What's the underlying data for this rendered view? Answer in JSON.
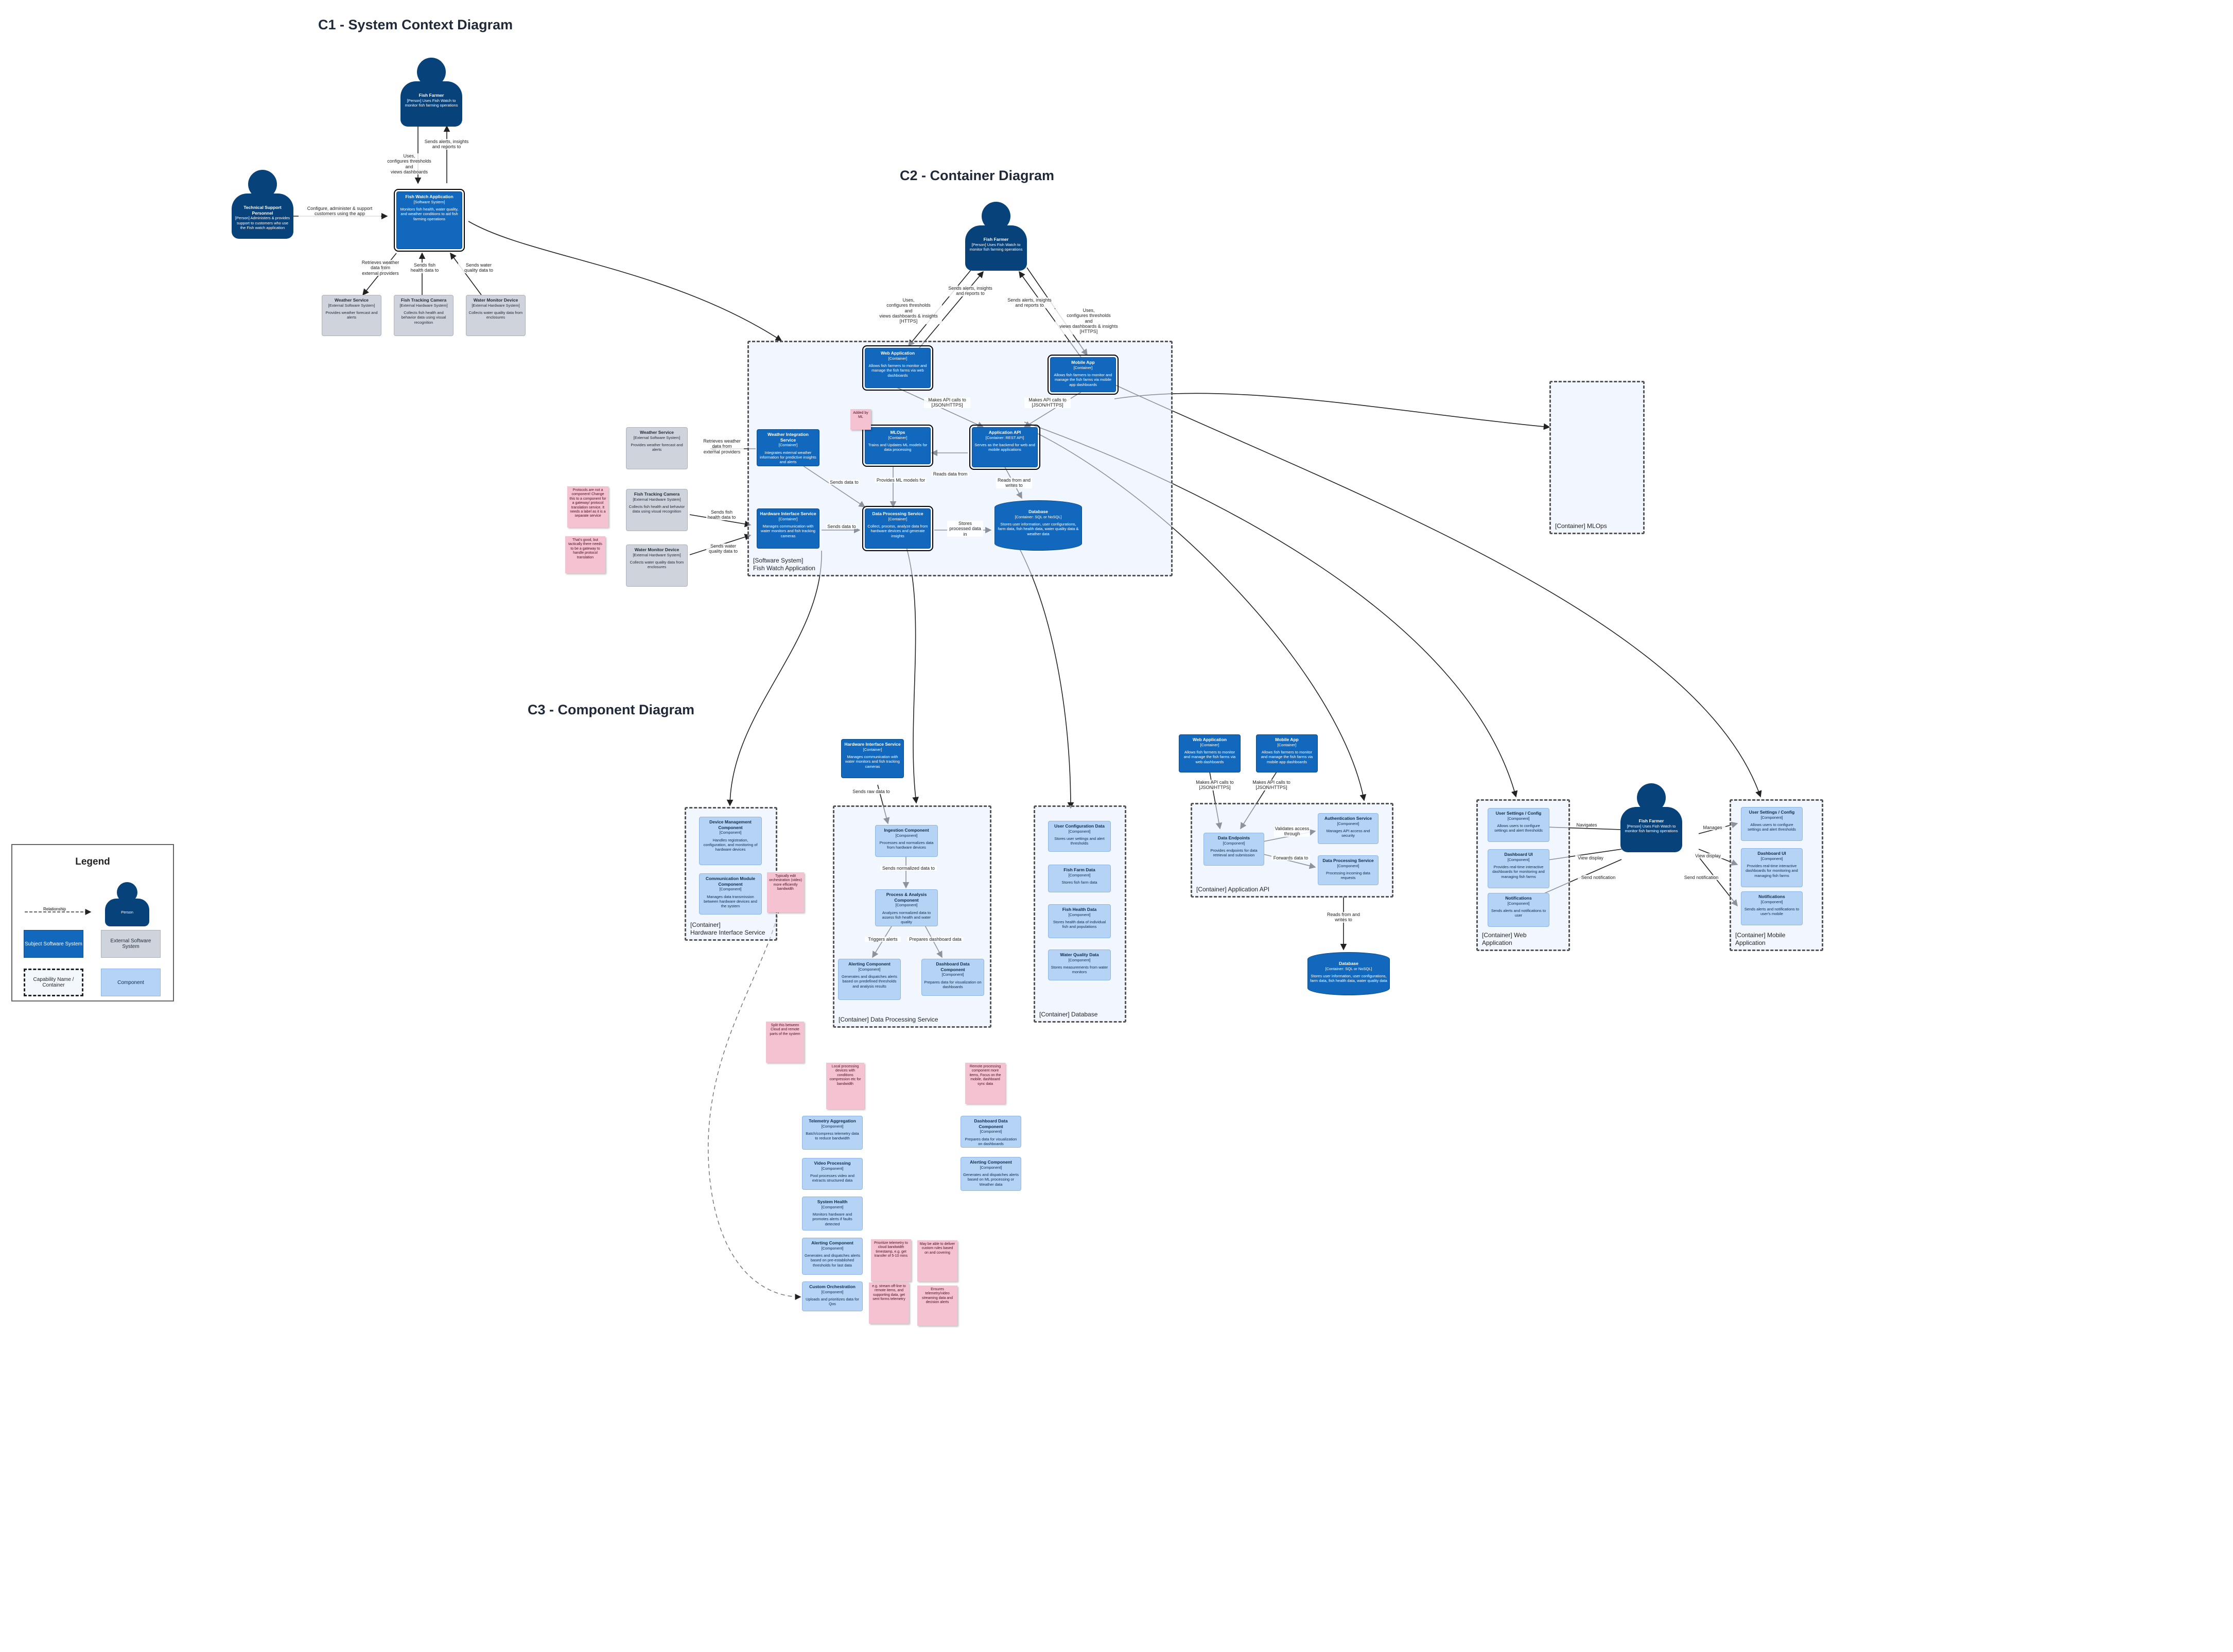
{
  "titles": {
    "c1": "C1 - System Context Diagram",
    "c2": "C2 - Container Diagram",
    "c3": "C3 - Component Diagram"
  },
  "colors": {
    "system": "#1168bd",
    "person": "#08427b",
    "external": "#cfd4dc",
    "component": "#b5d3f5",
    "sticky": "#f4c2d0"
  },
  "c1": {
    "fish_farmer": {
      "name": "Fish Farmer",
      "type": "[Person]",
      "desc": "Uses Fish Watch to monitor fish farming operations"
    },
    "support": {
      "name": "Technical Support Personnel",
      "type": "[Person]",
      "desc": "Administers & provides support to customers who use the Fish watch application"
    },
    "app": {
      "name": "Fish Watch Application",
      "type": "[Software System]",
      "desc": "Monitors fish health, water quality, and weather conditions to aid fish farming operations"
    },
    "weather": {
      "name": "Weather Service",
      "type": "[External Software System]",
      "desc": "Provides weather forecast and alerts"
    },
    "camera": {
      "name": "Fish Tracking Camera",
      "type": "[External Hardware System]",
      "desc": "Collects fish health and behavior data using visual recognition"
    },
    "water": {
      "name": "Water Monitor Device",
      "type": "[External Hardware System]",
      "desc": "Collects water quality data from enclosures"
    },
    "edges": {
      "sends_alerts": "Sends alerts, insights\nand reports to",
      "uses": "Uses,\nconfigures thresholds\nand\nviews dashboards",
      "configure": "Configure, administer & support\ncustomers using the app",
      "retrieves": "Retrieves weather\ndata from\nexternal providers",
      "sends_fish": "Sends fish\nhealth data to",
      "sends_water": "Sends water\nquality data to"
    }
  },
  "c2": {
    "fish_farmer": {
      "name": "Fish Farmer",
      "type": "[Person]",
      "desc": "Uses Fish Watch to monitor fish farming operations"
    },
    "web": {
      "name": "Web Application",
      "type": "[Container]",
      "desc": "Allows fish farmers to monitor and manage the fish farms via web dashboards"
    },
    "mobile": {
      "name": "Mobile App",
      "type": "[Container]",
      "desc": "Allows fish farmers to monitor and manage the fish farms via mobile app dashboards"
    },
    "weather_int": {
      "name": "Weather Integration Service",
      "type": "[Container]",
      "desc": "Integrates external weather information for predictive insights and alerts"
    },
    "mlops": {
      "name": "MLOps",
      "type": "[Container]",
      "desc": "Trains and Updates ML models for data processing"
    },
    "api": {
      "name": "Application API",
      "type": "[Container: REST API]",
      "desc": "Serves as the backend for web and mobile applications"
    },
    "hw": {
      "name": "Hardware Interface Service",
      "type": "[Container]",
      "desc": "Manages communication with water monitors and fish tracking cameras"
    },
    "dps": {
      "name": "Data Processing Service",
      "type": "[Container]",
      "desc": "Collect, process, analyze data from hardware devices and generate insights"
    },
    "db": {
      "name": "Database",
      "type": "[Container: SQL or NoSQL]",
      "desc": "Stores user information, user configurations, farm data, fish health data, water quality data & weather data"
    },
    "weather": {
      "name": "Weather Service",
      "type": "[External Software System]",
      "desc": "Provides weather forecast and alerts"
    },
    "camera": {
      "name": "Fish Tracking Camera",
      "type": "[External Hardware System]",
      "desc": "Collects fish health and behavior data using visual recognition"
    },
    "water": {
      "name": "Water Monitor Device",
      "type": "[External Hardware System]",
      "desc": "Collects water quality data from enclosures"
    },
    "boundary_label": "[Software System]\nFish Watch Application",
    "mlops_boundary_label": "[Container] MLOps",
    "sticky_mlops": "Added by ML",
    "sticky_hw": "Protocols are not a component! Change this to a component for a gateway/ protocol translation service. It needs a label as it is a separate service",
    "sticky_hw2": "That's good, but tactically there needs to be a gateway to handle protocol translation",
    "edges": {
      "uses": "Uses,\nconfigures thresholds\nand\nviews dashboards & insights\n[HTTPS]",
      "sends_alerts": "Sends alerts, insights\nand reports to",
      "sends_alerts2": "Sends alerts, insights\nand reports to",
      "uses2": "Uses,\nconfigures thresholds\nand\nviews dashboards & insights\n[HTTPS]",
      "makes_api": "Makes API calls to\n[JSON/HTTPS]",
      "makes_api2": "Makes API calls to\n[JSON/HTTPS]",
      "retrieves": "Retrieves weather\ndata from\nexternal providers",
      "sends_fish": "Sends fish\nhealth data to",
      "sends_water": "Sends water\nquality data to",
      "sends_data": "Sends data to",
      "sends_data2": "Sends data to",
      "provides_ml": "Provides ML models for",
      "reads_from": "Reads data from",
      "reads_writes": "Reads from and\nwrites to",
      "stores": "Stores\nprocessed data in"
    }
  },
  "c3": {
    "hw_boundary": "[Container]\nHardware Interface Service",
    "dps_boundary": "[Container] Data Processing Service",
    "db_boundary": "[Container] Database",
    "api_boundary": "[Container] Application API",
    "web_boundary": "[Container] Web\nApplication",
    "mobile_boundary": "[Container] Mobile\nApplication",
    "device_mgmt": {
      "name": "Device Management Component",
      "type": "[Component]",
      "desc": "Handles registration, configuration, and monitoring of hardware devices"
    },
    "comm_module": {
      "name": "Communication Module Component",
      "type": "[Component]",
      "desc": "Manages data transmission between hardware devices and the system"
    },
    "hw_service": {
      "name": "Hardware Interface Service",
      "type": "[Container]",
      "desc": "Manages communication with water monitors and fish tracking cameras"
    },
    "ingestion": {
      "name": "Ingestion Component",
      "type": "[Component]",
      "desc": "Processes and normalizes data from hardware devices"
    },
    "process": {
      "name": "Process & Analysis Component",
      "type": "[Component]",
      "desc": "Analyzes normalized data to assess fish health and water quality"
    },
    "alerting": {
      "name": "Alerting Component",
      "type": "[Component]",
      "desc": "Generates and dispatches alerts based on predefined thresholds and analysis results"
    },
    "dashboard": {
      "name": "Dashboard Data Component",
      "type": "[Component]",
      "desc": "Prepares data for visualization on dashboards"
    },
    "user_config": {
      "name": "User Configuration Data",
      "type": "[Component]",
      "desc": "Stores user settings and alert thresholds"
    },
    "fish_farm": {
      "name": "Fish Farm Data",
      "type": "[Component]",
      "desc": "Stores fish farm data"
    },
    "fish_health": {
      "name": "Fish Health Data",
      "type": "[Component]",
      "desc": "Stores health data of individual fish and populations"
    },
    "water_quality": {
      "name": "Water Quality Data",
      "type": "[Component]",
      "desc": "Stores measurements from water monitors"
    },
    "web_app": {
      "name": "Web Application",
      "type": "[Container]",
      "desc": "Allows fish farmers to monitor and manage the fish farms via web dashboards"
    },
    "mobile_app": {
      "name": "Mobile App",
      "type": "[Container]",
      "desc": "Allows fish farmers to monitor and manage the fish farms via mobile app dashboards"
    },
    "data_endpoints": {
      "name": "Data Endpoints",
      "type": "[Component]",
      "desc": "Provides endpoints for data retrieval and submission"
    },
    "auth": {
      "name": "Authentication Service",
      "type": "[Component]",
      "desc": "Manages API access and security"
    },
    "dps_api": {
      "name": "Data Processing Service",
      "type": "[Component]",
      "desc": "Processing incoming data requests"
    },
    "db": {
      "name": "Database",
      "type": "[Container: SQL or NoSQL]",
      "desc": "Stores user information, user configurations, farm data, fish health data, water quality data"
    },
    "farmer": {
      "name": "Fish Farmer",
      "type": "[Person]",
      "desc": "Uses Fish Watch to monitor fish farming operations"
    },
    "web_user_settings": {
      "name": "User Settings / Config",
      "type": "[Component]",
      "desc": "Allows users to configure settings and alert thresholds"
    },
    "web_dashboard": {
      "name": "Dashboard UI",
      "type": "[Component]",
      "desc": "Provides real-time interactive dashboards for monitoring and managing fish farms"
    },
    "web_notifications": {
      "name": "Notifications",
      "type": "[Component]",
      "desc": "Sends alerts and notifications to user"
    },
    "mob_user_settings": {
      "name": "User Settings / Config",
      "type": "[Component]",
      "desc": "Allows users to configure settings and alert thresholds"
    },
    "mob_dashboard": {
      "name": "Dashboard UI",
      "type": "[Component]",
      "desc": "Provides real-time interactive dashboards for monitoring and managing fish farms"
    },
    "mob_notifications": {
      "name": "Notifications",
      "type": "[Component]",
      "desc": "Sends alerts and notifications to user's mobile"
    },
    "telemetry": {
      "name": "Telemetry Aggregation",
      "type": "[Component]",
      "desc": "Batch/compress telemetry data to reduce bandwidth"
    },
    "video": {
      "name": "Video Processing",
      "type": "[Component]",
      "desc": "Pool processes video and extracts structured data"
    },
    "sys_health": {
      "name": "System Health",
      "type": "[Component]",
      "desc": "Monitors hardware and promotes alerts if faults detected"
    },
    "edge_alerting": {
      "name": "Alerting Component",
      "type": "[Component]",
      "desc": "Generates and dispatches alerts based on pre-established thresholds for last data"
    },
    "custom_orch": {
      "name": "Custom Orchestration",
      "type": "[Component]",
      "desc": "Uploads and prioritizes data for Qos"
    },
    "edge_dashboard": {
      "name": "Dashboard Data Component",
      "type": "[Component]",
      "desc": "Prepares data for visualization on dashboards"
    },
    "edge_alerting2": {
      "name": "Alerting Component",
      "type": "[Component]",
      "desc": "Generates and dispatches alerts based on ML processing or Weather data"
    },
    "stickies": {
      "s1": "Typically edit orchestration (video) more efficiently bandwidth",
      "s2": "Split this between Cloud and remote parts of the system",
      "s3": "Local processing devices with conditions compression etc for bandwidth",
      "s4": "Remote processing component more items, Focus on the mobile, dashboard sync data",
      "s5": "Prioritize telemetry to cloud bandwidth timestamp, e.g. get transfer of 5-10 mins",
      "s6": "May be able to deliver custom rules based on and covering",
      "s7": "e.g. stream off-line to remote items, and supporting data, get sent forms telemetry",
      "s8": "Ensures telemetry/video streaming data and decision alerts"
    },
    "edges": {
      "sends_raw": "Sends raw data to",
      "sends_normalized": "Sends normalized data to",
      "triggers_alerts": "Triggers alerts",
      "prepares_dashboard": "Prepares dashboard data",
      "makes_api": "Makes API calls to\n[JSON/HTTPS]",
      "makes_api2": "Makes API calls to\n[JSON/HTTPS]",
      "validates": "Validates access\nthrough",
      "forwards": "Forwards data to",
      "reads_writes": "Reads from and\nwrites to",
      "navigates": "Navigates",
      "view_display": "View display",
      "send_notification": "Send notification",
      "manages": "Manages",
      "view_display2": "View display",
      "send_notification2": "Send notification"
    }
  },
  "legend": {
    "title": "Legend",
    "relationship": "Relationship",
    "person": "Person",
    "subject": "Subject Software System",
    "external": "External Software System",
    "capability": "Capability Name / Container",
    "component": "Component"
  }
}
